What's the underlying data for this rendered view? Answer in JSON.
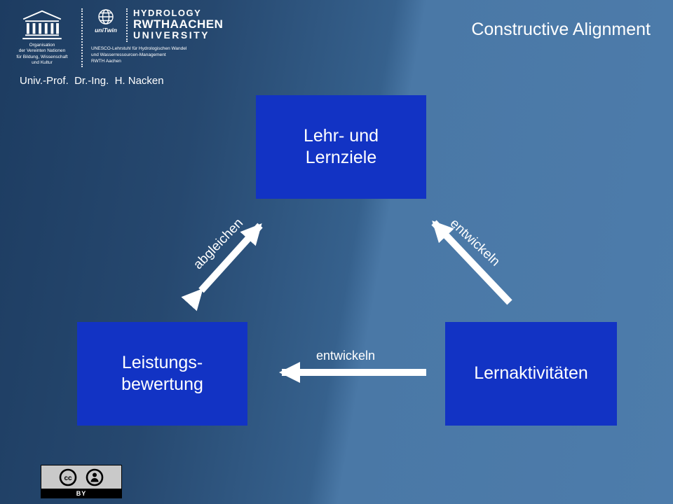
{
  "slide": {
    "title": "Constructive Alignment",
    "author": "Univ.-Prof.  Dr.-Ing.  H. Nacken"
  },
  "logos": {
    "unesco_caption": "Organisation\nder Vereinten Nationen\nfür Bildung, Wissenschaft\nund Kultur",
    "unitwin_label": "uniTwin",
    "hydrology": "HYDROLOGY",
    "rwth": "RWTHAACHEN",
    "university": "UNIVERSITY",
    "chair_caption": "UNESCO-Lehrstuhl für Hydrologischen Wandel\nund Wasserressourcen-Management\nRWTH Aachen"
  },
  "diagram": {
    "box_color": "#1233c4",
    "box_top": "Lehr- und\nLernziele",
    "box_left": "Leistungs-\nbewertung",
    "box_right": "Lernaktivitäten",
    "arrow_left_label": "abgleichen",
    "arrow_right_label": "entwickeln",
    "arrow_middle_label": "entwickeln"
  },
  "license": {
    "cc": "CC",
    "by": "BY"
  }
}
